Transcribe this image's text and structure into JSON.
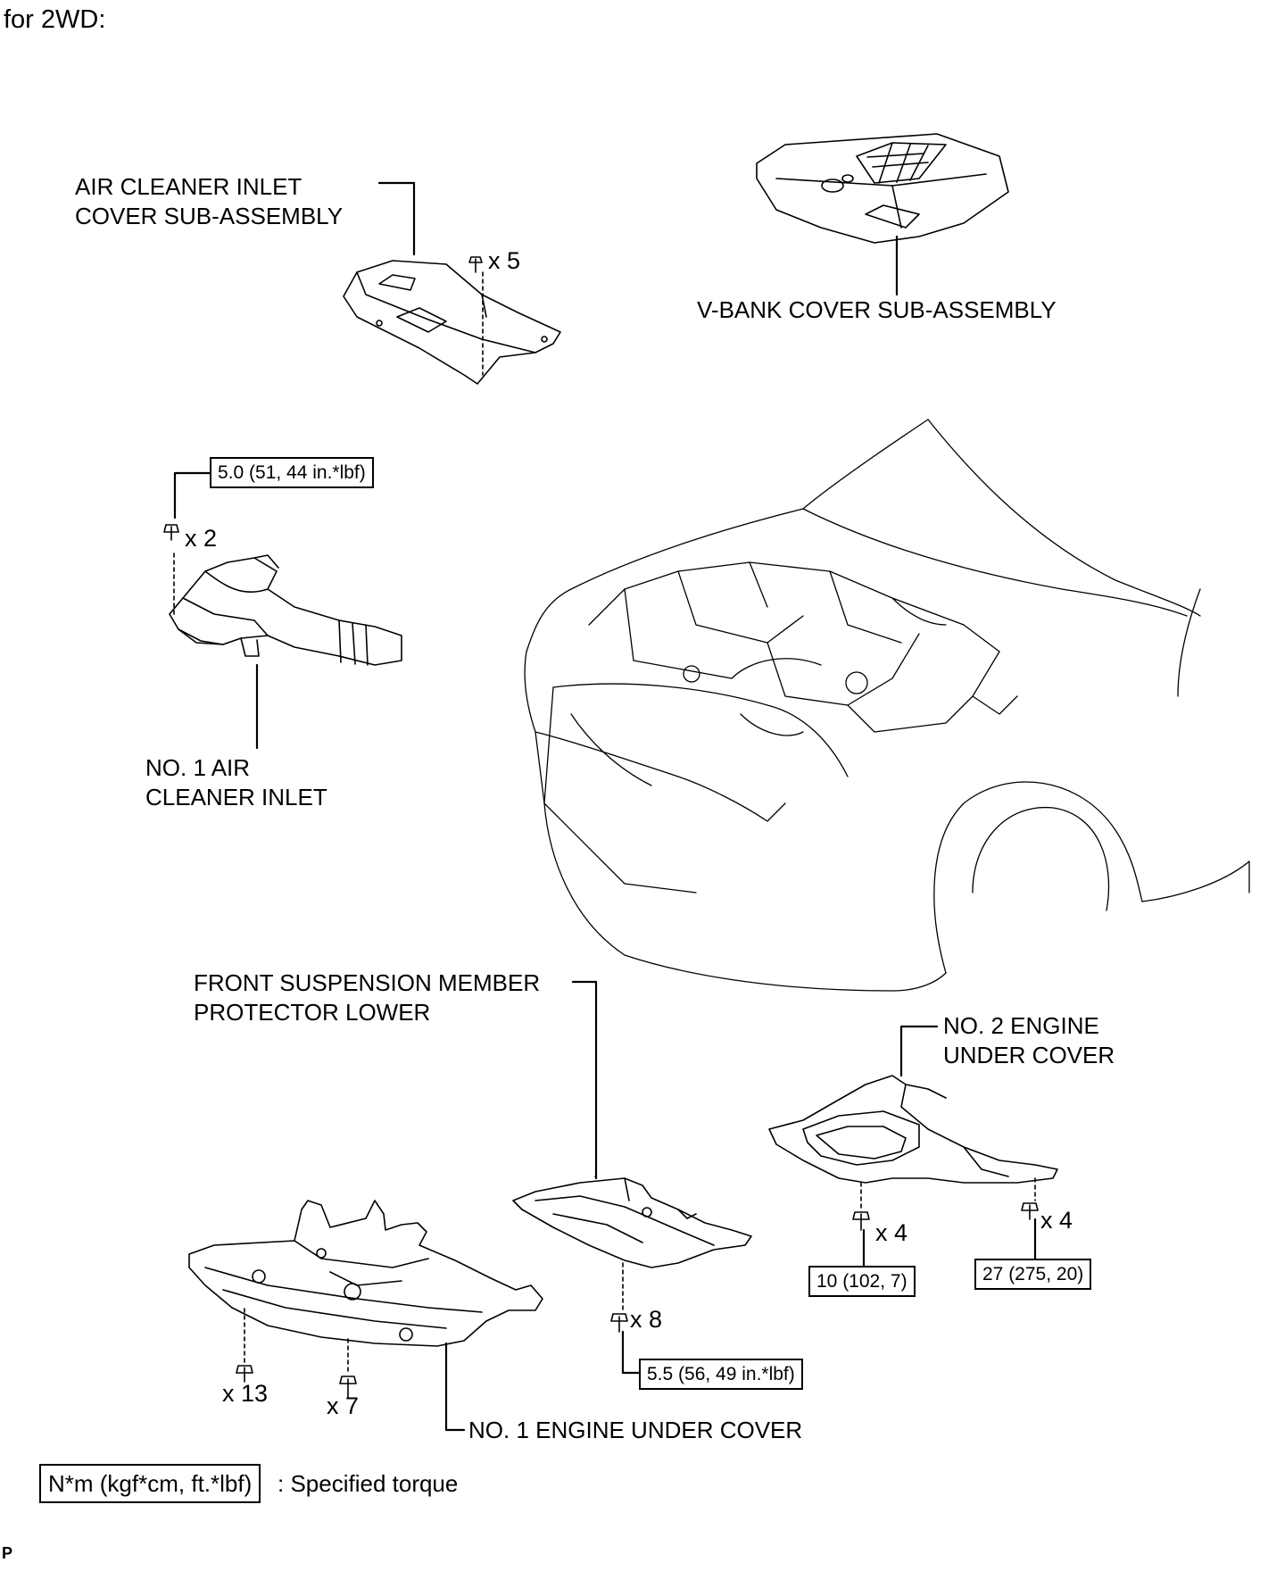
{
  "header": "for 2WD:",
  "parts": {
    "air_cleaner_inlet_cover": [
      "AIR CLEANER INLET",
      "COVER SUB-ASSEMBLY"
    ],
    "v_bank_cover": "V-BANK COVER SUB-ASSEMBLY",
    "no1_air_cleaner_inlet": [
      "NO. 1 AIR",
      "CLEANER INLET"
    ],
    "front_suspension_protector": [
      "FRONT SUSPENSION MEMBER",
      "PROTECTOR LOWER"
    ],
    "no2_engine_under_cover": [
      "NO. 2 ENGINE",
      "UNDER COVER"
    ],
    "no1_engine_under_cover": "NO. 1 ENGINE UNDER COVER"
  },
  "torques": {
    "inlet_bolt": "5.0 (51, 44 in.*lbf)",
    "protector_bolt": "5.5 (56, 49 in.*lbf)",
    "no2_cover_bolt_a": "10 (102, 7)",
    "no2_cover_bolt_b": "27 (275, 20)"
  },
  "quantities": {
    "cover_clips": "x 5",
    "inlet_bolts": "x 2",
    "protector_bolts": "x 8",
    "no2_bolts_a": "x 4",
    "no2_bolts_b": "x 4",
    "no1_bolts": "x 13",
    "no1_clips": "x 7"
  },
  "legend": {
    "box_text": "N*m (kgf*cm, ft.*lbf)",
    "description": ": Specified torque"
  },
  "footer_mark": "P"
}
